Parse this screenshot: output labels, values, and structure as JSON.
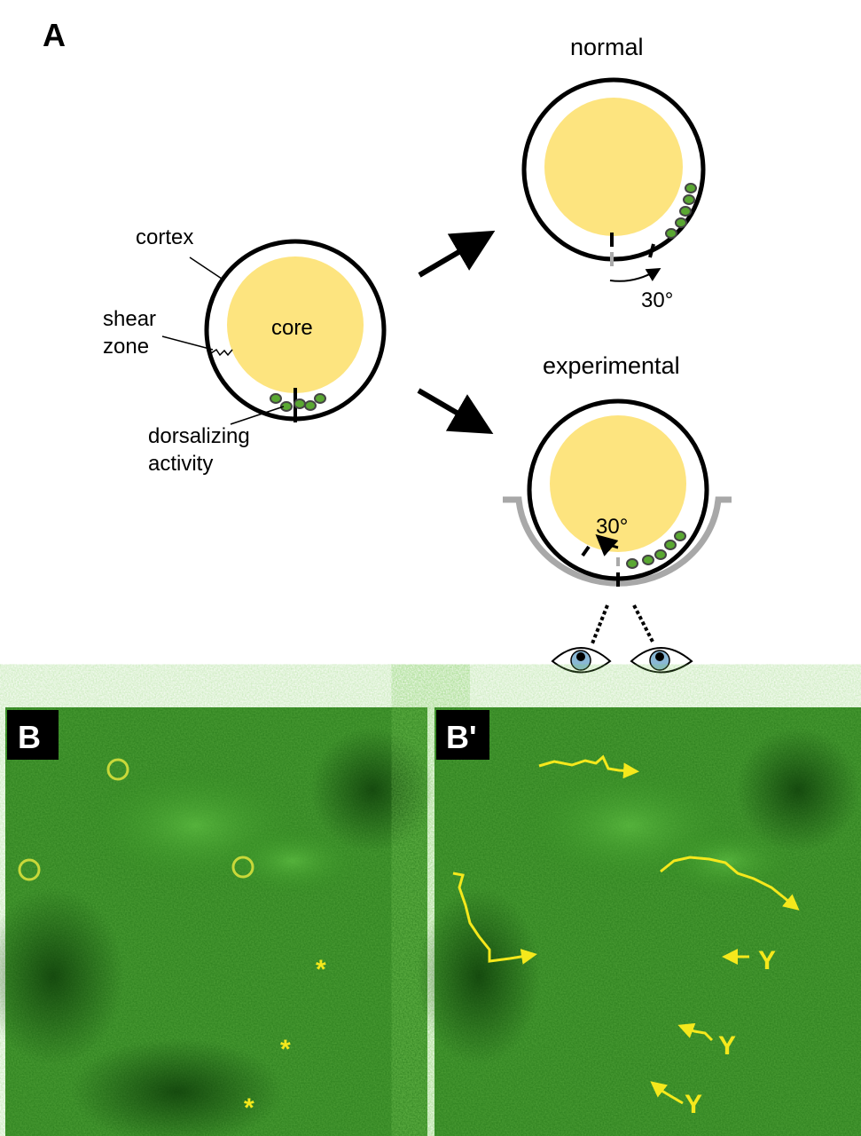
{
  "panel_a": {
    "label": "A",
    "left": {
      "cortex": "cortex",
      "shear_zone_1": "shear",
      "shear_zone_2": "zone",
      "core": "core",
      "dorsalizing_1": "dorsalizing",
      "dorsalizing_2": "activity"
    },
    "normal": {
      "title": "normal",
      "angle": "30°"
    },
    "experimental": {
      "title": "experimental",
      "angle": "30°"
    }
  },
  "panel_b": {
    "label": "B",
    "asterisks": [
      "*",
      "*",
      "*"
    ]
  },
  "panel_b_prime": {
    "label": "B'",
    "markers": [
      "Y",
      "Y",
      "Y"
    ]
  },
  "colors": {
    "core": "#fde47f",
    "granule": "#5aa832",
    "cup": "#a8a8a8",
    "annotation": "#f5e81c",
    "fluorescence": "#2f8a1e"
  }
}
